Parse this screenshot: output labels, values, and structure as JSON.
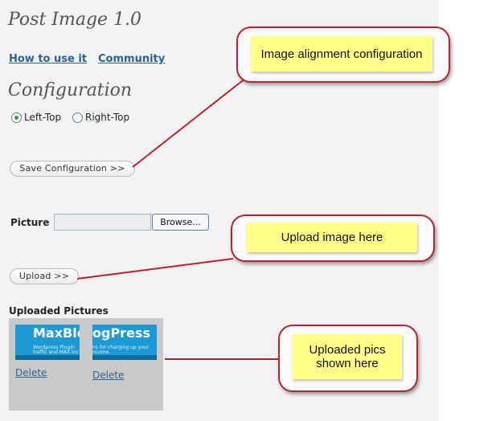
{
  "header": {
    "title": "Post Image 1.0"
  },
  "nav": {
    "links": [
      {
        "label": "How to use it"
      },
      {
        "label": "Community"
      }
    ]
  },
  "configuration": {
    "title": "Configuration",
    "alignment": {
      "options": [
        {
          "label": "Left-Top",
          "selected": true
        },
        {
          "label": "Right-Top",
          "selected": false
        }
      ]
    },
    "save_label": "Save Configuration >>"
  },
  "upload": {
    "field_label": "Picture",
    "browse_label": "Browse...",
    "upload_label": "Upload >>"
  },
  "uploaded": {
    "heading": "Uploaded Pictures",
    "items": [
      {
        "thumb_title": "MaxBlo",
        "thumb_sub": "Wordpress Plugin",
        "thumb_sub2": "traffic and MAX inc",
        "delete_label": "Delete"
      },
      {
        "thumb_title": "ogPress",
        "thumb_sub": "ns for charging up your",
        "thumb_sub2": "ncome.",
        "delete_label": "Delete"
      }
    ]
  },
  "annotations": [
    {
      "text": "Image alignment configuration"
    },
    {
      "text": "Upload image here"
    },
    {
      "text": "Uploaded pics shown here"
    }
  ],
  "colors": {
    "accent_link": "#2a6496",
    "callout_border": "#c0202a",
    "note_bg": "#ffff88",
    "thumb_bg": "#1d9ad6"
  }
}
